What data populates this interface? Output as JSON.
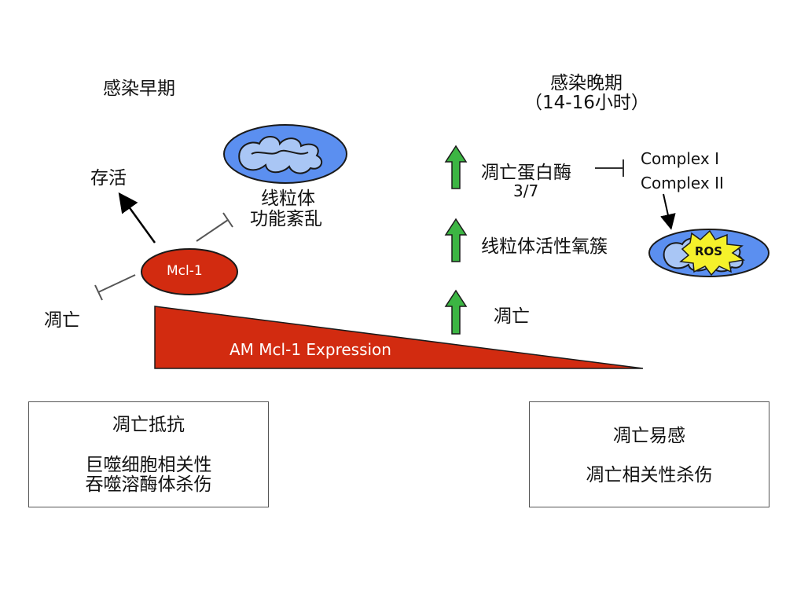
{
  "left": {
    "title": "感染早期",
    "survival": "存活",
    "mito_dysfunction_1": "线粒体",
    "mito_dysfunction_2": "功能紊乱",
    "mcl1_label": "Mcl-1",
    "apoptosis": "凋亡",
    "box": {
      "title": "凋亡抵抗",
      "line1": "巨噬细胞相关性",
      "line2": "吞噬溶酶体杀伤"
    }
  },
  "wedge_label": "AM Mcl-1 Expression",
  "right": {
    "title": "感染晚期",
    "subtitle": "（14-16小时）",
    "caspase": "凋亡蛋白酶",
    "caspase_num": "3/7",
    "complex1": "Complex I",
    "complex2": "Complex II",
    "ros": "线粒体活性氧簇",
    "ros_label": "ROS",
    "apoptosis": "凋亡",
    "box": {
      "title": "凋亡易感",
      "line1": "凋亡相关性杀伤"
    }
  },
  "colors": {
    "red": "#d22b10",
    "mito_blue": "#5b8ff0",
    "green_arrow": "#3cb543",
    "ros_yellow": "#f5f12b"
  }
}
